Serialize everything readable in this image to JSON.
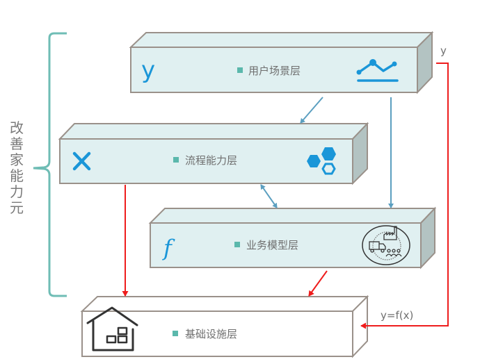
{
  "diagram": {
    "side_label": "改善家能力元",
    "layers": [
      {
        "id": "user-scene",
        "label": "用户场景层",
        "letter": "y",
        "icon": "line-chart-icon"
      },
      {
        "id": "process-capability",
        "label": "流程能力层",
        "letter": "x",
        "icon": "hexagons-icon"
      },
      {
        "id": "business-model",
        "label": "业务模型层",
        "letter": "f",
        "icon": "logistics-factory-people-icon"
      },
      {
        "id": "infrastructure",
        "label": "基础设施层",
        "letter": "",
        "icon": "house-boxes-icon"
      }
    ],
    "feedback": {
      "top_label": "y",
      "bottom_label": "y=f(x)"
    },
    "colors": {
      "box_fill": "#e0f0f1",
      "box_side": "#b3c3c2",
      "box_stroke": "#9a918a",
      "bullet": "#5bb8ac",
      "accent_blue": "#1a96d8",
      "blue_arrow": "#5b9fc0",
      "red_arrow": "#ee1c1c",
      "brace": "#6fbdb5"
    }
  }
}
